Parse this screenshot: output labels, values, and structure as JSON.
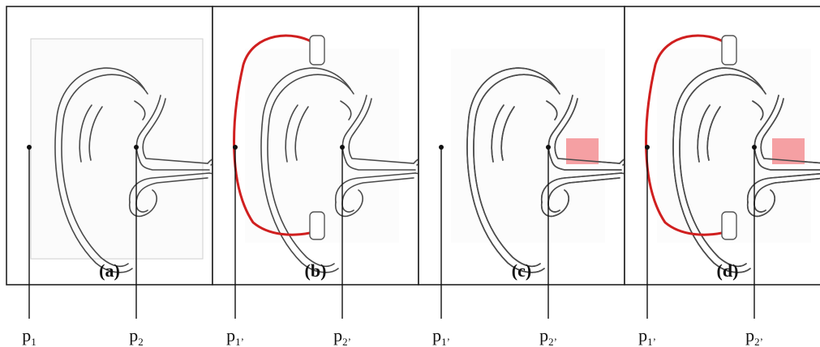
{
  "panels": [
    {
      "label": "(a)",
      "p1": "p",
      "p1_sub": "1",
      "p2": "p",
      "p2_sub": "2",
      "tube": false,
      "occlusion": false
    },
    {
      "label": "(b)",
      "p1": "p",
      "p1_sub": "1’",
      "p2": "p",
      "p2_sub": "2’",
      "tube": true,
      "occlusion": false
    },
    {
      "label": "(c)",
      "p1": "p",
      "p1_sub": "1’",
      "p2": "p",
      "p2_sub": "2’",
      "tube": false,
      "occlusion": true
    },
    {
      "label": "(d)",
      "p1": "p",
      "p1_sub": "1’",
      "p2": "p",
      "p2_sub": "2’",
      "tube": true,
      "occlusion": true
    }
  ],
  "colors": {
    "tube": "#d01f1f",
    "occlusion": "#f5a0a3",
    "ear_outline": "#4a4a4a",
    "frame": "#222222",
    "marker": "#111111"
  }
}
